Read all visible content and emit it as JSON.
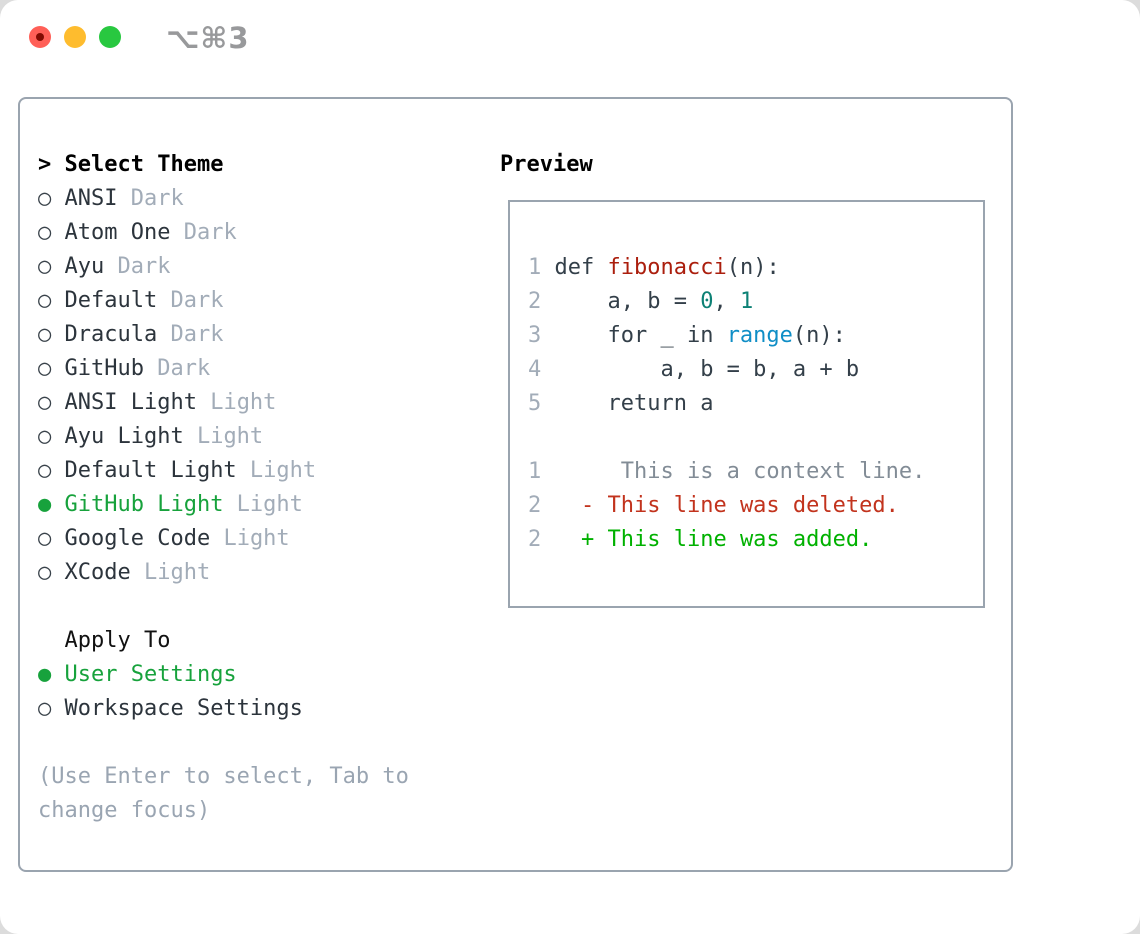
{
  "titlebar": {
    "shortcut": "⌥⌘3"
  },
  "glyphs": {
    "prompt": ">",
    "radio_on": "●",
    "radio_off": "○"
  },
  "colors": {
    "panel_border": "#9aa4af",
    "selected_green": "#17a23c",
    "added_green": "#00b100",
    "deleted_red": "#c2331d",
    "function_red": "#ab1e0d",
    "number_teal": "#0d8175",
    "builtin_blue": "#0f8ec6",
    "muted_gray": "#a2acb8",
    "traffic_red": "#ff5f57",
    "traffic_yellow": "#febc2e",
    "traffic_green": "#28c840"
  },
  "left": {
    "title": "Select Theme",
    "themes": [
      {
        "name": "ANSI",
        "variant": "Dark",
        "selected": false
      },
      {
        "name": "Atom One",
        "variant": "Dark",
        "selected": false
      },
      {
        "name": "Ayu",
        "variant": "Dark",
        "selected": false
      },
      {
        "name": "Default",
        "variant": "Dark",
        "selected": false
      },
      {
        "name": "Dracula",
        "variant": "Dark",
        "selected": false
      },
      {
        "name": "GitHub",
        "variant": "Dark",
        "selected": false
      },
      {
        "name": "ANSI Light",
        "variant": "Light",
        "selected": false
      },
      {
        "name": "Ayu Light",
        "variant": "Light",
        "selected": false
      },
      {
        "name": "Default Light",
        "variant": "Light",
        "selected": false
      },
      {
        "name": "GitHub Light",
        "variant": "Light",
        "selected": true
      },
      {
        "name": "Google Code",
        "variant": "Light",
        "selected": false
      },
      {
        "name": "XCode",
        "variant": "Light",
        "selected": false
      }
    ],
    "apply_to": {
      "title": "Apply To",
      "options": [
        {
          "label": "User Settings",
          "selected": true
        },
        {
          "label": "Workspace Settings",
          "selected": false
        }
      ]
    },
    "hint_lines": [
      "(Use Enter to select, Tab to",
      "change focus)"
    ]
  },
  "preview": {
    "title": "Preview",
    "code_lines": [
      {
        "num": "1",
        "segments": [
          {
            "t": " def ",
            "c": "code"
          },
          {
            "t": "fibonacci",
            "c": "func"
          },
          {
            "t": "(n):",
            "c": "code"
          }
        ]
      },
      {
        "num": "2",
        "segments": [
          {
            "t": "     a, b = ",
            "c": "code"
          },
          {
            "t": "0",
            "c": "num"
          },
          {
            "t": ", ",
            "c": "code"
          },
          {
            "t": "1",
            "c": "num"
          }
        ]
      },
      {
        "num": "3",
        "segments": [
          {
            "t": "     for _ in ",
            "c": "code"
          },
          {
            "t": "range",
            "c": "builtin"
          },
          {
            "t": "(n):",
            "c": "code"
          }
        ]
      },
      {
        "num": "4",
        "segments": [
          {
            "t": "         a, b = b, a + b",
            "c": "code"
          }
        ]
      },
      {
        "num": "5",
        "segments": [
          {
            "t": "     return a",
            "c": "code"
          }
        ]
      }
    ],
    "diff_lines": [
      {
        "num": "1",
        "segments": [
          {
            "t": "      This is a context line.",
            "c": "context"
          }
        ]
      },
      {
        "num": "2",
        "segments": [
          {
            "t": "   ",
            "c": "code"
          },
          {
            "t": "- This line was deleted.",
            "c": "deleted"
          }
        ]
      },
      {
        "num": "2",
        "segments": [
          {
            "t": "   ",
            "c": "code"
          },
          {
            "t": "+ This line was added.",
            "c": "added"
          }
        ]
      }
    ]
  }
}
